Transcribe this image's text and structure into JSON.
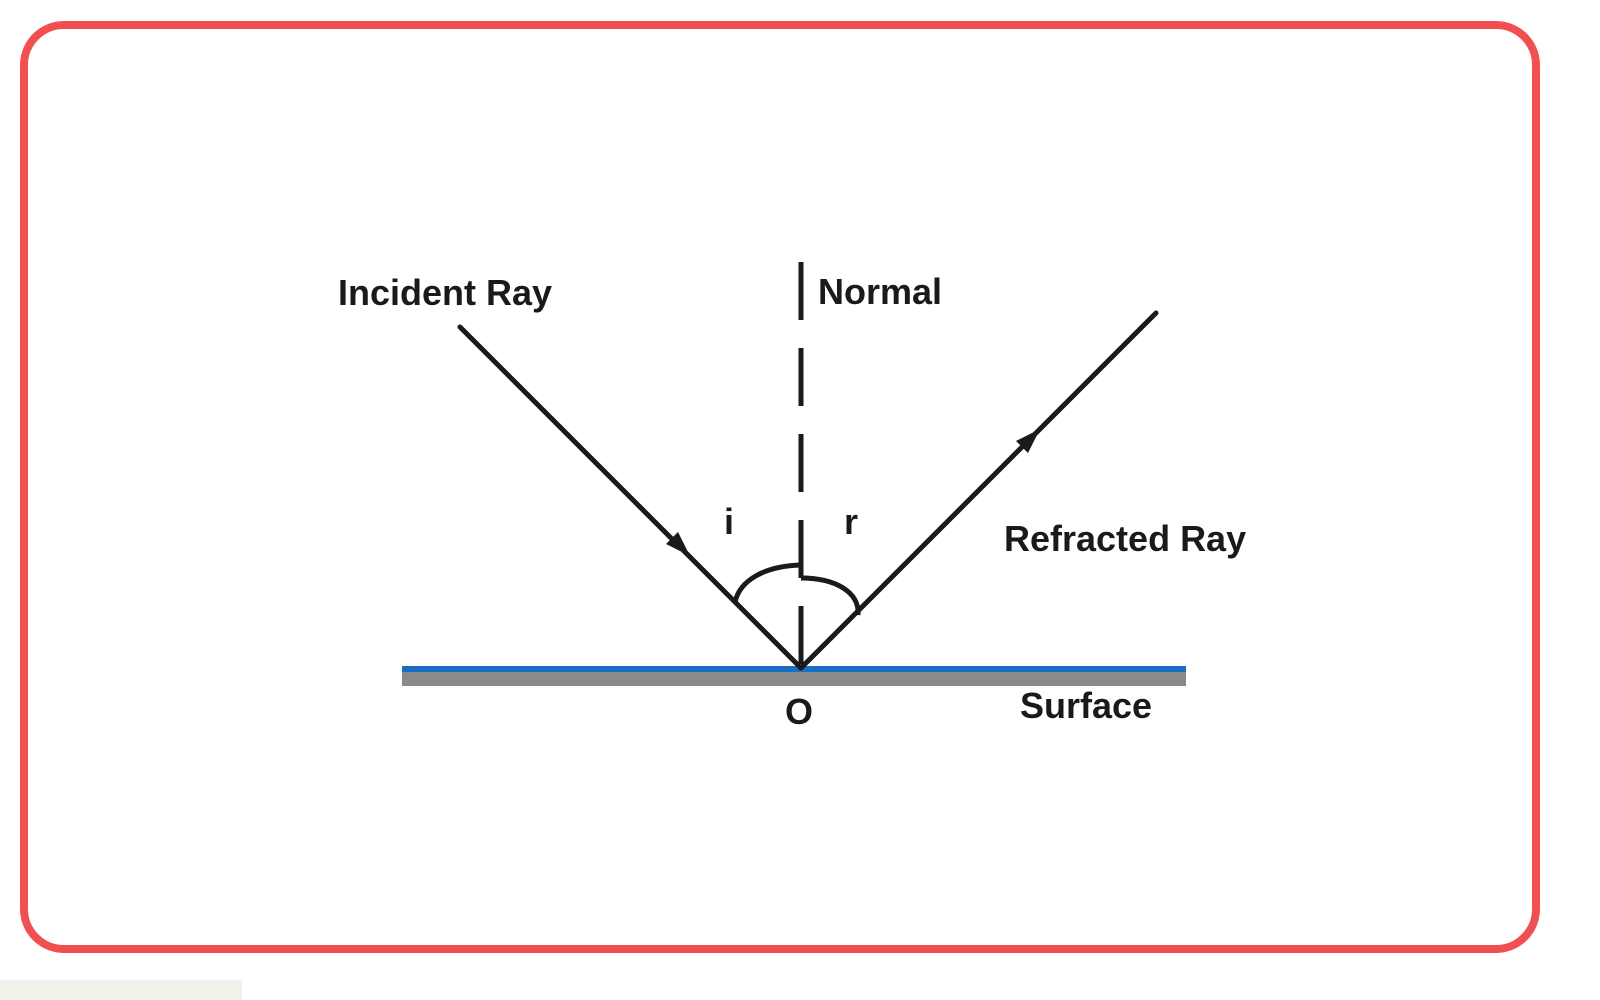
{
  "diagram": {
    "labels": {
      "incident_ray": "Incident Ray",
      "normal": "Normal",
      "refracted_ray": "Refracted Ray",
      "angle_i": "i",
      "angle_r": "r",
      "point_o": "O",
      "surface": "Surface"
    },
    "colors": {
      "frame": "#f15050",
      "surface_top": "#1a6fc4",
      "surface_body": "#8a8a8a",
      "line": "#1a1a1a"
    }
  }
}
